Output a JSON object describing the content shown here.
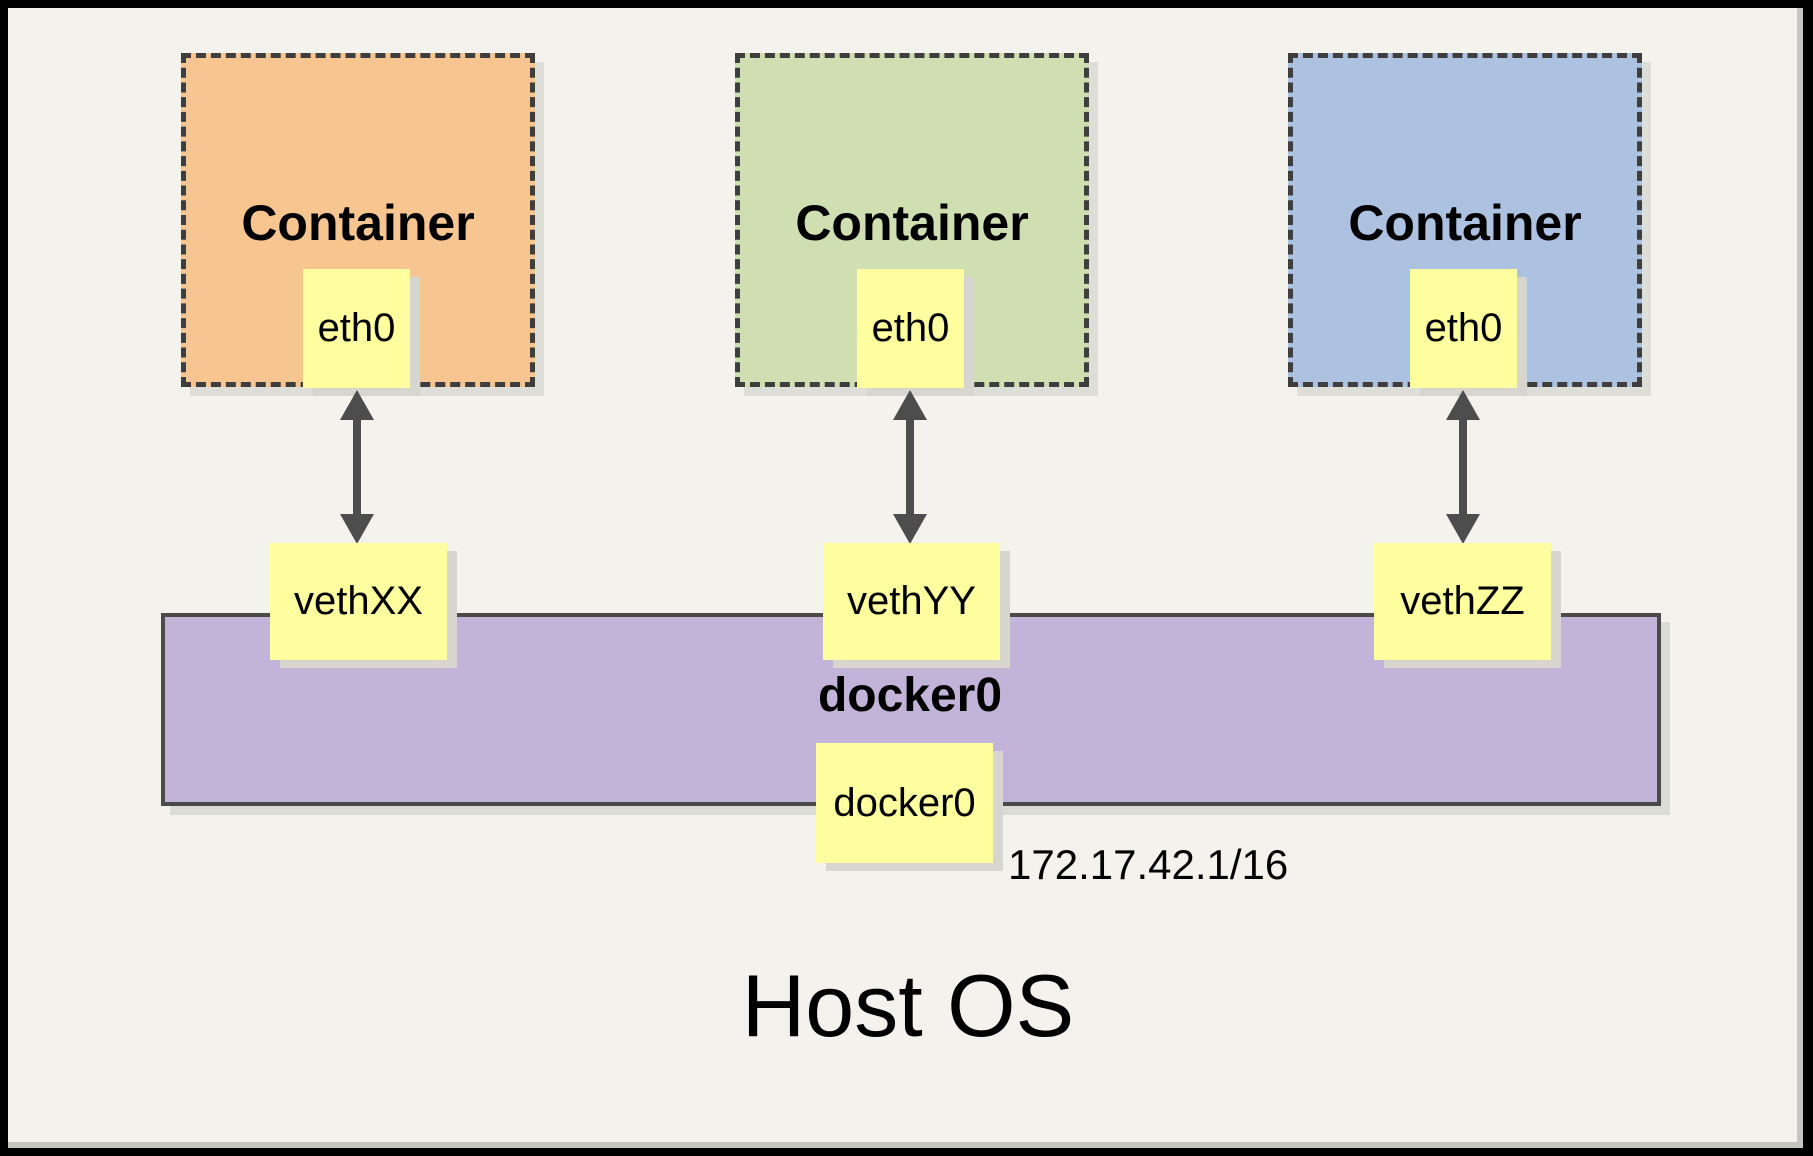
{
  "frame": {
    "background_color": "#F4F2EC",
    "outer_border_color": "#000000"
  },
  "containers": [
    {
      "title": "Container",
      "fill": "#F6C590",
      "interface_label": "eth0",
      "veth_label": "vethXX"
    },
    {
      "title": "Container",
      "fill": "#D0DFB1",
      "interface_label": "eth0",
      "veth_label": "vethYY"
    },
    {
      "title": "Container",
      "fill": "#ADC2E1",
      "interface_label": "eth0",
      "veth_label": "vethZZ"
    }
  ],
  "bridge": {
    "title": "docker0",
    "interface_label": "docker0",
    "ip_address": "172.17.42.1/16",
    "fill": "#C2B4D8"
  },
  "host": {
    "title": "Host OS"
  },
  "palette": {
    "note_fill": "#FFFFA0",
    "arrow_color": "#4D4D4D",
    "dashed_border_color": "#3E3E3E"
  }
}
